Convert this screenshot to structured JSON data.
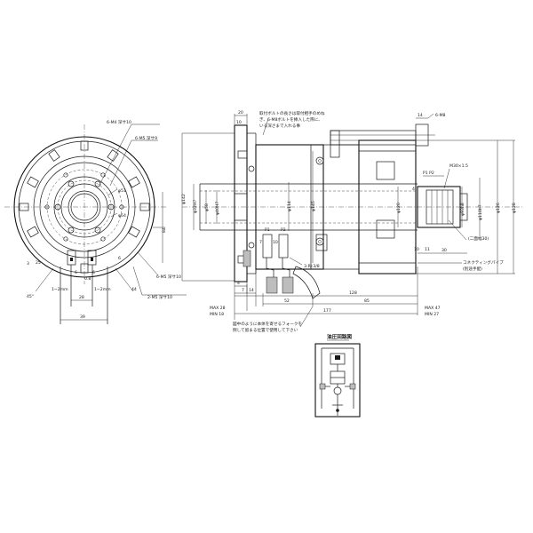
{
  "front_view": {
    "callouts": {
      "tap_m4": "6-M4 深サ10",
      "tap_m5_top": "6-M5 深サ9",
      "dia_51": "φ51",
      "dia_64": "φ64",
      "tap_m5_right": "6-M5 深サ10",
      "tap_m5_bottom": "2-M5 深サ10",
      "ref_25": "25",
      "ref_0_8": "0.8",
      "ref_1_2mm_left": "1~2mm",
      "ref_1_2mm_right": "1~2mm",
      "ref_6a": "6",
      "ref_6b": "6",
      "ref_6c": "6",
      "ref_3": "3",
      "ref_45": "45°",
      "ref_44": "44"
    },
    "dims": {
      "d28": "28",
      "d39": "39",
      "d84": "84"
    }
  },
  "side_view": {
    "top_dims": {
      "d20": "20",
      "d10": "10",
      "d14": "14",
      "tap_m8": "6-M8"
    },
    "note_top": [
      "取付ボルトの長さは取付相手のめね",
      "ぎ、6-M8ボルトを挿入した際に、",
      "いる深さまで入れる事"
    ],
    "left_dias": {
      "d142": "φ142",
      "d32h7": "φ32H7",
      "d58": "φ58",
      "d40h7": "φ40H7"
    },
    "mid_dias": {
      "d114": "φ114",
      "d145": "φ145",
      "d120": "φ120",
      "d93h8": "φ93h8",
      "d126": "φ126"
    },
    "right_dias": {
      "d110h7": "φ110h7",
      "d128": "φ128"
    },
    "right_labels": {
      "thread": "M30×1.5",
      "p1p2": "P1  P2",
      "keyway": "(二面幅30)",
      "d11": "11",
      "d10": "10",
      "d30": "30",
      "d4": "4"
    },
    "port_labels": {
      "p1": "P1",
      "p2": "P2",
      "ports": "3-Rc3/8",
      "d7": "7",
      "d10": "10"
    },
    "bottom_dims": {
      "d4": "4",
      "d7": "7",
      "d14": "14",
      "d128": "128",
      "d52": "52",
      "d85": "85",
      "d177": "177",
      "max_left": "MAX 28",
      "min_left": "MIN 18",
      "max_right": "MAX 47",
      "min_right": "MIN 27"
    },
    "pipe_note": [
      "コネクティングパイプ",
      "(別途手配)"
    ],
    "note_bottom": [
      "図中のように本体を寄せるフォークを",
      "倒して留まる位置で使用して下さい"
    ]
  },
  "hydraulic_circuit": {
    "title": "油圧回路図"
  }
}
